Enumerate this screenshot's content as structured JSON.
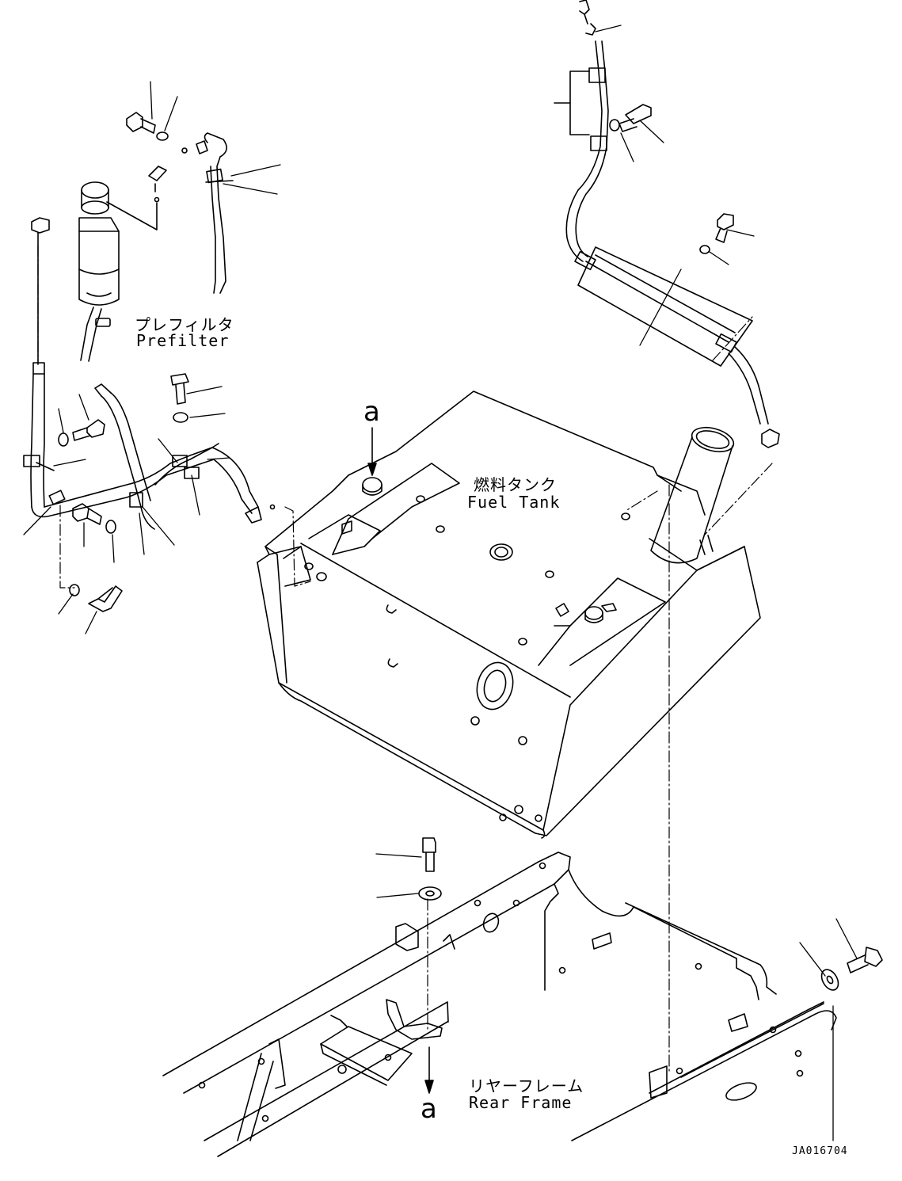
{
  "labels": {
    "prefilter_jp": "プレフィルタ",
    "prefilter_en": "Prefilter",
    "fuel_tank_jp": "燃料タンク",
    "fuel_tank_en": "Fuel Tank",
    "rear_frame_jp": "リヤーフレーム",
    "rear_frame_en": "Rear Frame",
    "mark_top": "a",
    "mark_bottom": "a",
    "drawing_code": "JA016704"
  },
  "colors": {
    "line": "#000000",
    "background": "#ffffff"
  }
}
